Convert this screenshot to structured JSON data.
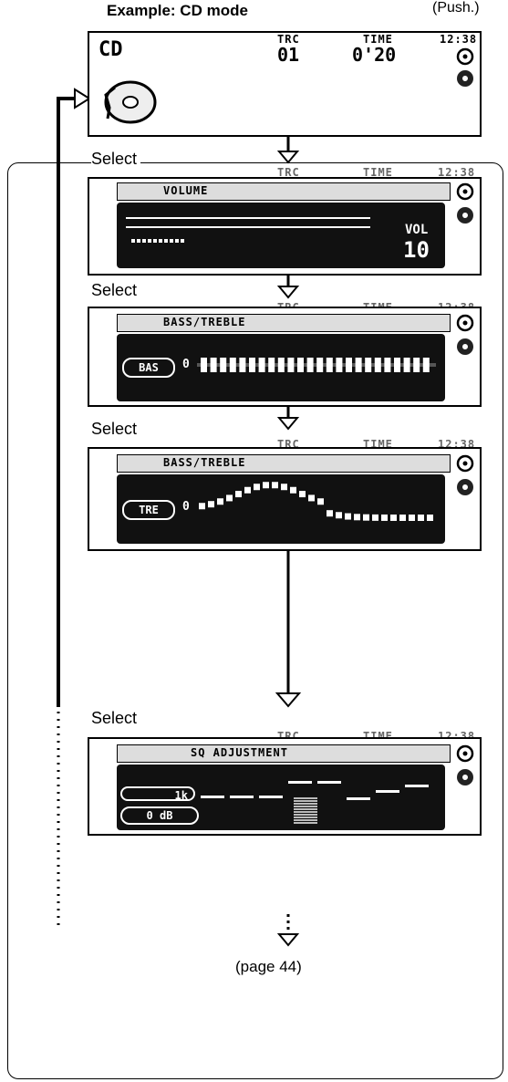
{
  "header": {
    "title": "Example: CD mode",
    "push_note": "(Push.)"
  },
  "cd_screen": {
    "mode_label": "CD",
    "trc_label": "TRC",
    "trc_value": "01",
    "time_label": "TIME",
    "time_value": "0'20",
    "clock": "12:38"
  },
  "select_label": "Select",
  "screens": [
    {
      "title": "VOLUME",
      "vol_label": "VOL",
      "vol_value": "10"
    },
    {
      "title": "BASS/TREBLE",
      "band": "BAS",
      "level": "0"
    },
    {
      "title": "BASS/TREBLE",
      "band": "TRE",
      "level": "0"
    },
    {
      "title": "SQ ADJUSTMENT",
      "freq": "1k",
      "gain": "0",
      "unit": "dB"
    }
  ],
  "ghost_header": {
    "trc_label": "TRC",
    "time_label": "TIME",
    "clock": "12:38"
  },
  "page_ref": "(page 44)"
}
